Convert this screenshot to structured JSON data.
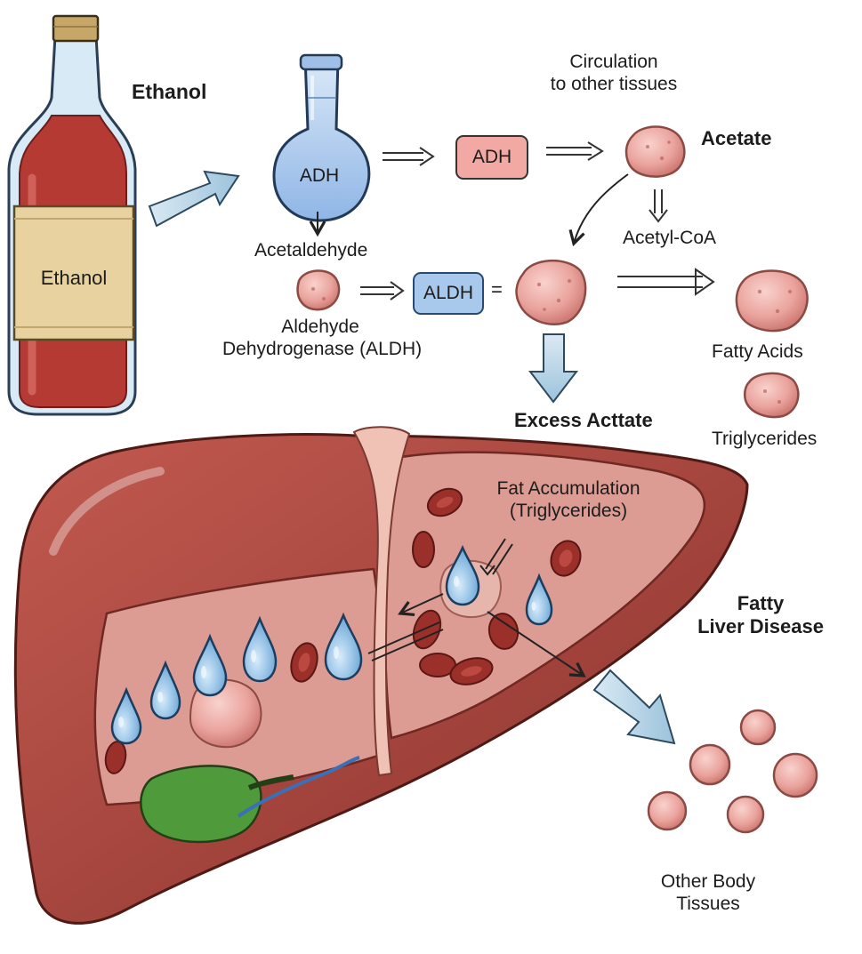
{
  "labels": {
    "ethanol_heading": "Ethanol",
    "bottle_label": "Ethanol",
    "flask_label": "ADH",
    "adh_box": "ADH",
    "circulation": [
      "Circulation",
      "to other tissues"
    ],
    "acetate": "Acetate",
    "acetyl_coa": "Acetyl-CoA",
    "acetaldehyde": "Acetaldehyde",
    "aldh_box": "ALDH",
    "equals": "=",
    "aldh_name": [
      "Aldehyde",
      "Dehydrogenase (ALDH)"
    ],
    "fatty_acids": "Fatty Acids",
    "triglycerides": "Triglycerides",
    "excess": "Excess Acttate",
    "fat_accumulation": [
      "Fat Accumulation",
      "(Triglycerides)"
    ],
    "fatty_liver": [
      "Fatty",
      "Liver Disease"
    ],
    "other_tissues": [
      "Other Body",
      "Tissues"
    ]
  },
  "colors": {
    "fat_cell": "#e9a49f",
    "liver": "#a8463f",
    "liver_dark": "#7e2d28",
    "liver_inner": "#dc9c93",
    "droplet": "#7fb9e3",
    "bottle_liquid": "#b53a34",
    "label_paper": "#e8d3a0",
    "adh_box": "#f2a8a3",
    "aldh_box": "#a9c9ec",
    "gallbladder": "#4f9a3a",
    "arrow_fill": "#b8d6e8"
  }
}
